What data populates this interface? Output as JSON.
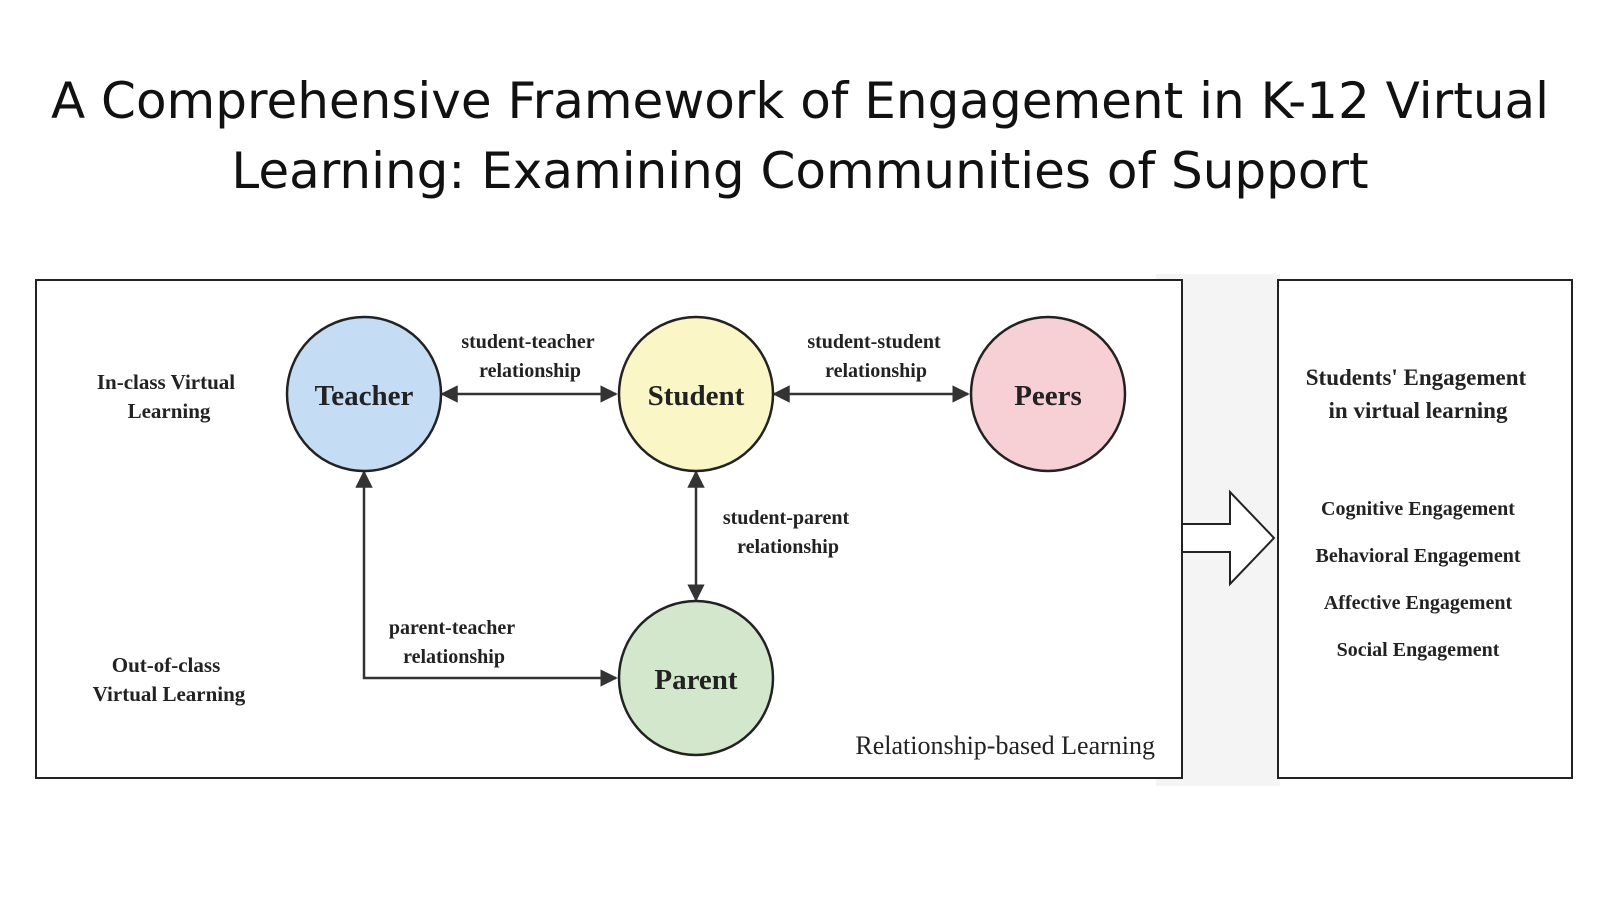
{
  "title": {
    "line1": "A Comprehensive Framework of Engagement in K-12 Virtual",
    "line2": "Learning: Examining Communities of Support"
  },
  "diagram": {
    "left_labels": {
      "in_class_line1": "In-class Virtual",
      "in_class_line2": "Learning",
      "out_class_line1": "Out-of-class",
      "out_class_line2": "Virtual Learning"
    },
    "nodes": {
      "teacher": {
        "label": "Teacher",
        "color": "#c5dcf5"
      },
      "student": {
        "label": "Student",
        "color": "#fbf6c6"
      },
      "peers": {
        "label": "Peers",
        "color": "#f7d0d6"
      },
      "parent": {
        "label": "Parent",
        "color": "#d3e7cc"
      }
    },
    "relationships": {
      "student_teacher_line1": "student-teacher",
      "student_teacher_line2": "relationship",
      "student_student_line1": "student-student",
      "student_student_line2": "relationship",
      "student_parent_line1": "student-parent",
      "student_parent_line2": "relationship",
      "parent_teacher_line1": "parent-teacher",
      "parent_teacher_line2": "relationship"
    },
    "frame_caption": "Relationship-based Learning",
    "outcome": {
      "heading_line1": "Students' Engagement",
      "heading_line2": "in virtual learning",
      "items": [
        "Cognitive Engagement",
        "Behavioral Engagement",
        "Affective Engagement",
        "Social Engagement"
      ]
    }
  }
}
